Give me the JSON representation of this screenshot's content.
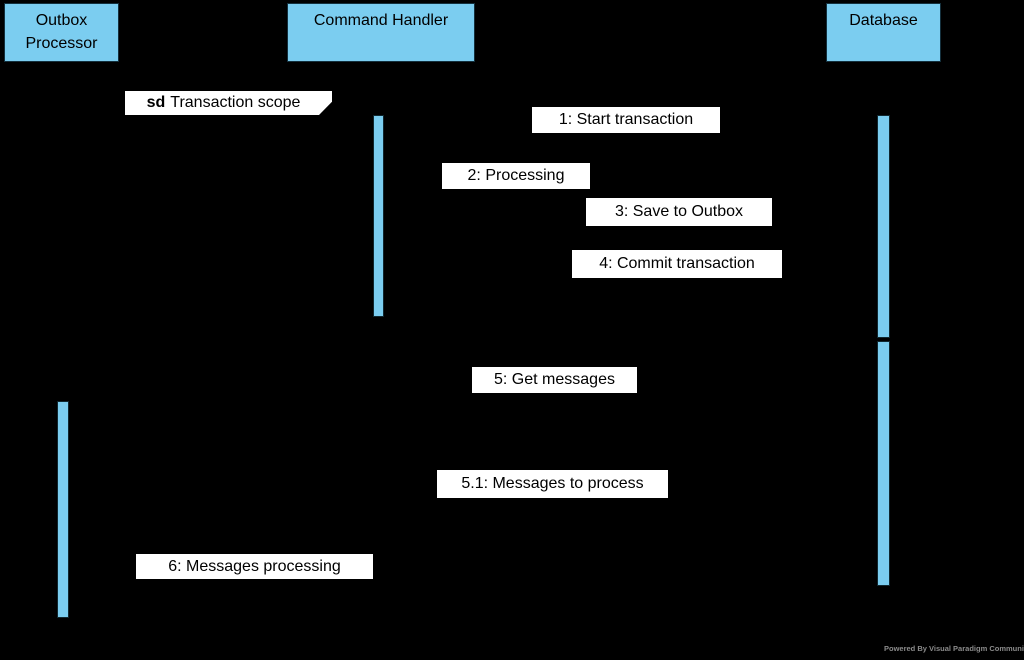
{
  "frame": {
    "keyword": "sd",
    "name": "Transaction scope"
  },
  "participants": [
    {
      "label": "Outbox Processor"
    },
    {
      "label": "Command Handler"
    },
    {
      "label": "Database"
    }
  ],
  "messages": [
    {
      "label": "1: Start transaction"
    },
    {
      "label": "2: Processing"
    },
    {
      "label": "3: Save to Outbox"
    },
    {
      "label": "4: Commit transaction"
    },
    {
      "label": "5: Get messages"
    },
    {
      "label": "5.1: Messages to process"
    },
    {
      "label": "6: Messages processing"
    }
  ],
  "activations": [
    {
      "participant": "Command Handler"
    },
    {
      "participant": "Database"
    },
    {
      "participant": "Database"
    },
    {
      "participant": "Outbox Processor"
    }
  ],
  "watermark": {
    "text": "Powered By Visual Paradigm Community Edition"
  },
  "colors": {
    "background": "#000000",
    "participant_fill": "#7bcdf0",
    "activation_fill": "#7bcdf0",
    "label_background": "#ffffff",
    "text": "#000000",
    "watermark_text": "#8b8b8b",
    "watermark_logo_red": "#c13b41"
  }
}
